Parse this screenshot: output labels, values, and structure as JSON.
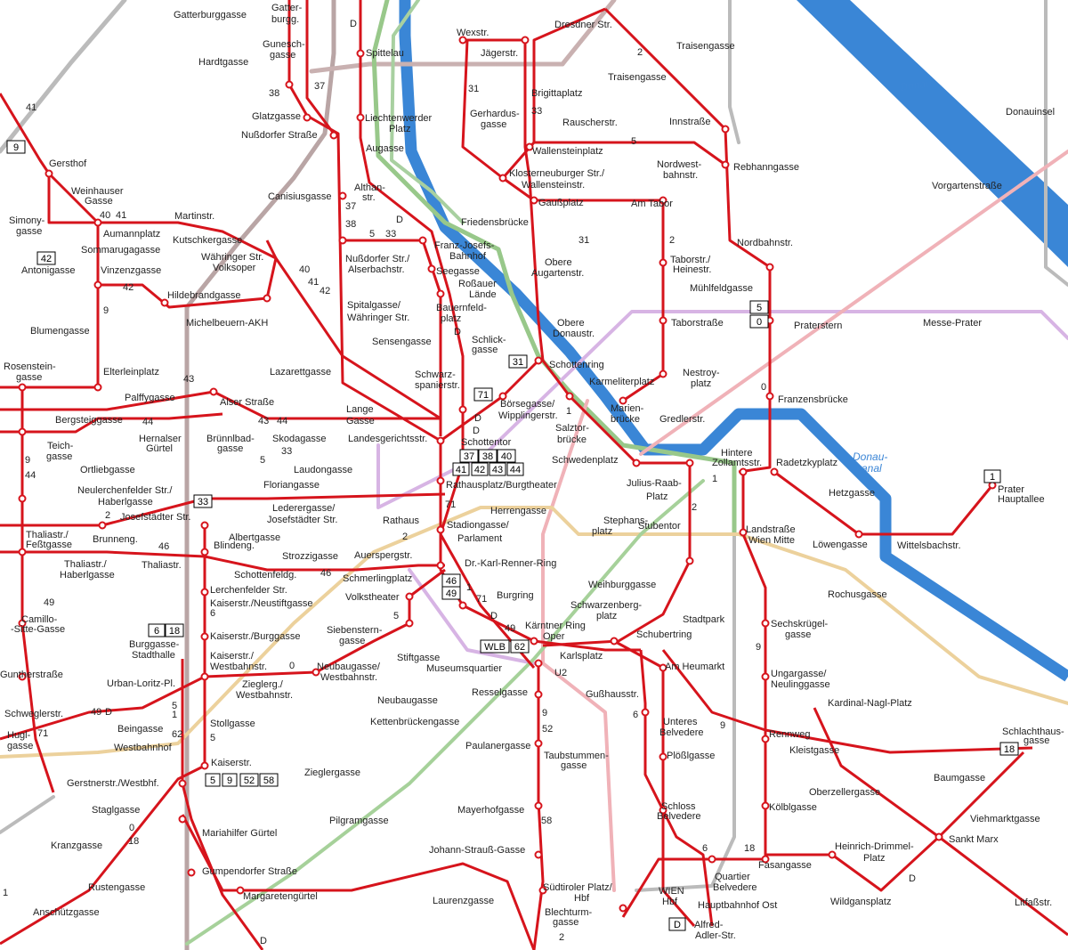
{
  "map": {
    "colors": {
      "tram": "#d6141c",
      "u1": "#e3000f",
      "u4": "#2a9d3e",
      "u6": "#9a6a3b",
      "sbahn_lilac": "#c9a0dc",
      "sbahn_grey": "#aaaaaa",
      "sbahn_pink": "#e8a0a8",
      "sbahn_green": "#98c88a",
      "sbahn_tan": "#e8c27a",
      "water": "#3a86d6",
      "station_fill": "#ffffff"
    },
    "water_labels": [
      {
        "text": "Donau"
      },
      {
        "text": "Donau-"
      },
      {
        "text": "kanal"
      }
    ],
    "stations": [
      {
        "name": "Gatterburggasse"
      },
      {
        "name": "Gatter-"
      },
      {
        "name": "burgg."
      },
      {
        "name": "Gunesch-"
      },
      {
        "name": "gasse"
      },
      {
        "name": "Hardtgasse"
      },
      {
        "name": "Spittelau"
      },
      {
        "name": "Wexstr."
      },
      {
        "name": "Jägerstr."
      },
      {
        "name": "Dresdner Str."
      },
      {
        "name": "Traisengasse"
      },
      {
        "name": "Traisengasse"
      },
      {
        "name": "Brigittaplatz"
      },
      {
        "name": "Donauinsel"
      },
      {
        "name": "Glatzgasse"
      },
      {
        "name": "Nußdorfer Straße"
      },
      {
        "name": "Liechtenwerder"
      },
      {
        "name": "Platz"
      },
      {
        "name": "Gerhardus-"
      },
      {
        "name": "gasse"
      },
      {
        "name": "Rauscherstr."
      },
      {
        "name": "Innstraße"
      },
      {
        "name": "Augasse"
      },
      {
        "name": "Wallensteinplatz"
      },
      {
        "name": "Nordwest-"
      },
      {
        "name": "bahnstr."
      },
      {
        "name": "Rebhanngasse"
      },
      {
        "name": "Gersthof"
      },
      {
        "name": "Klosterneuburger Str./"
      },
      {
        "name": "Wallensteinstr."
      },
      {
        "name": "Vorgartenstraße"
      },
      {
        "name": "Weinhauser"
      },
      {
        "name": "Gasse"
      },
      {
        "name": "Canisiusgasse"
      },
      {
        "name": "Althan-"
      },
      {
        "name": "str."
      },
      {
        "name": "Gaußplatz"
      },
      {
        "name": "Am Tabor"
      },
      {
        "name": "Martinstr."
      },
      {
        "name": "Simony-"
      },
      {
        "name": "gasse"
      },
      {
        "name": "Friedensbrücke"
      },
      {
        "name": "Aumannplatz"
      },
      {
        "name": "Kutschkergasse"
      },
      {
        "name": "Franz-Josefs-"
      },
      {
        "name": "Bahnhof"
      },
      {
        "name": "Nordbahnstr."
      },
      {
        "name": "Sommarugagasse"
      },
      {
        "name": "Währinger Str."
      },
      {
        "name": "Volksoper"
      },
      {
        "name": "Nußdorfer Str./"
      },
      {
        "name": "Alserbachstr."
      },
      {
        "name": "Obere"
      },
      {
        "name": "Augartenstr."
      },
      {
        "name": "Taborstr./"
      },
      {
        "name": "Heinestr."
      },
      {
        "name": "Antonigasse"
      },
      {
        "name": "Vinzenzgasse"
      },
      {
        "name": "Seegasse"
      },
      {
        "name": "Roßauer"
      },
      {
        "name": "Lände"
      },
      {
        "name": "Mühlfeldgasse"
      },
      {
        "name": "Hildebrandgasse"
      },
      {
        "name": "Spitalgasse/"
      },
      {
        "name": "Währinger Str."
      },
      {
        "name": "Bauernfeld-"
      },
      {
        "name": "platz"
      },
      {
        "name": "Michelbeuern-AKH"
      },
      {
        "name": "Obere"
      },
      {
        "name": "Donaustr."
      },
      {
        "name": "Taborstraße"
      },
      {
        "name": "Praterstern"
      },
      {
        "name": "Messe-Prater"
      },
      {
        "name": "Blumengasse"
      },
      {
        "name": "Sensengasse"
      },
      {
        "name": "Schlick-"
      },
      {
        "name": "gasse"
      },
      {
        "name": "Schottenring"
      },
      {
        "name": "Rosenstein-"
      },
      {
        "name": "gasse"
      },
      {
        "name": "Elterleinplatz"
      },
      {
        "name": "Lazarettgasse"
      },
      {
        "name": "Schwarz-"
      },
      {
        "name": "spanierstr."
      },
      {
        "name": "Nestroy-"
      },
      {
        "name": "platz"
      },
      {
        "name": "Karmeliterplatz"
      },
      {
        "name": "Palffygasse"
      },
      {
        "name": "Alser Straße"
      },
      {
        "name": "Börsegasse/"
      },
      {
        "name": "Wipplingerstr."
      },
      {
        "name": "Franzensbrücke"
      },
      {
        "name": "Bergsteiggasse"
      },
      {
        "name": "Lange"
      },
      {
        "name": "Gasse"
      },
      {
        "name": "Marien-"
      },
      {
        "name": "brücke"
      },
      {
        "name": "Gredlerstr."
      },
      {
        "name": "Hernalser"
      },
      {
        "name": "Gürtel"
      },
      {
        "name": "Brünnlbad-"
      },
      {
        "name": "gasse"
      },
      {
        "name": "Skodagasse"
      },
      {
        "name": "Landesgerichtsstr."
      },
      {
        "name": "Salztor-"
      },
      {
        "name": "brücke"
      },
      {
        "name": "Teich-"
      },
      {
        "name": "gasse"
      },
      {
        "name": "Schottentor"
      },
      {
        "name": "Hintere"
      },
      {
        "name": "Zollamtsstr."
      },
      {
        "name": "Radetzkyplatz"
      },
      {
        "name": "Ortliebgasse"
      },
      {
        "name": "Laudongasse"
      },
      {
        "name": "Schwedenplatz"
      },
      {
        "name": "Floriangasse"
      },
      {
        "name": "Rathausplatz/Burgtheater"
      },
      {
        "name": "Julius-Raab-"
      },
      {
        "name": "Platz"
      },
      {
        "name": "Hetzgasse"
      },
      {
        "name": "Prater"
      },
      {
        "name": "Hauptallee"
      },
      {
        "name": "Neulerchenfelder Str./"
      },
      {
        "name": "Haberlgasse"
      },
      {
        "name": "Herrengasse"
      },
      {
        "name": "Josefstädter Str."
      },
      {
        "name": "Lederergasse/"
      },
      {
        "name": "Josefstädter Str."
      },
      {
        "name": "Rathaus"
      },
      {
        "name": "Stadiongasse/"
      },
      {
        "name": "Parlament"
      },
      {
        "name": "Stephans-"
      },
      {
        "name": "platz"
      },
      {
        "name": "Stubentor"
      },
      {
        "name": "Landstraße"
      },
      {
        "name": "Wien Mitte"
      },
      {
        "name": "Löwengasse"
      },
      {
        "name": "Wittelsbachstr."
      },
      {
        "name": "Thaliastr./"
      },
      {
        "name": "Feßtgasse"
      },
      {
        "name": "Brunneng."
      },
      {
        "name": "Blindeng."
      },
      {
        "name": "Albertgasse"
      },
      {
        "name": "Strozzigasse"
      },
      {
        "name": "Auerspergstr."
      },
      {
        "name": "Dr.-Karl-Renner-Ring"
      },
      {
        "name": "Thaliastr./"
      },
      {
        "name": "Haberlgasse"
      },
      {
        "name": "Thaliastr."
      },
      {
        "name": "Schottenfeldg."
      },
      {
        "name": "Schmerlingplatz"
      },
      {
        "name": "Weihburggasse"
      },
      {
        "name": "Rochusgasse"
      },
      {
        "name": "Lerchenfelder Str."
      },
      {
        "name": "Volkstheater"
      },
      {
        "name": "Burgring"
      },
      {
        "name": "Schwarzenberg-"
      },
      {
        "name": "platz"
      },
      {
        "name": "Kaiserstr./Neustiftgasse"
      },
      {
        "name": "Camillo-"
      },
      {
        "name": "-Sitte-Gasse"
      },
      {
        "name": "Stadtpark"
      },
      {
        "name": "Sechskrügel-"
      },
      {
        "name": "gasse"
      },
      {
        "name": "Siebenstern-"
      },
      {
        "name": "gasse"
      },
      {
        "name": "Kärntner Ring"
      },
      {
        "name": "Oper"
      },
      {
        "name": "Schubertring"
      },
      {
        "name": "Kaiserstr./Burggasse"
      },
      {
        "name": "Burggasse-"
      },
      {
        "name": "Stadthalle"
      },
      {
        "name": "Stiftgasse"
      },
      {
        "name": "Karlsplatz"
      },
      {
        "name": "Kaiserstr./"
      },
      {
        "name": "Westbahnstr."
      },
      {
        "name": "Neubaugasse/"
      },
      {
        "name": "Westbahnstr."
      },
      {
        "name": "Museumsquartier"
      },
      {
        "name": "Am Heumarkt"
      },
      {
        "name": "Ungargasse/"
      },
      {
        "name": "Neulinggasse"
      },
      {
        "name": "Guntherstraße"
      },
      {
        "name": "Urban-Loritz-Pl."
      },
      {
        "name": "Zieglerg./"
      },
      {
        "name": "Westbahnstr."
      },
      {
        "name": "U2"
      },
      {
        "name": "Resselgasse"
      },
      {
        "name": "Gußhausstr."
      },
      {
        "name": "Kardinal-Nagl-Platz"
      },
      {
        "name": "Schweglerstr."
      },
      {
        "name": "Neubaugasse"
      },
      {
        "name": "Stollgasse"
      },
      {
        "name": "Kettenbrückengasse"
      },
      {
        "name": "Unteres"
      },
      {
        "name": "Belvedere"
      },
      {
        "name": "Beingasse"
      },
      {
        "name": "Rennweg"
      },
      {
        "name": "Schlachthaus-"
      },
      {
        "name": "gasse"
      },
      {
        "name": "Hugl-"
      },
      {
        "name": "gasse"
      },
      {
        "name": "Westbahnhof"
      },
      {
        "name": "Paulanergasse"
      },
      {
        "name": "Kleistgasse"
      },
      {
        "name": "Taubstummen-"
      },
      {
        "name": "gasse"
      },
      {
        "name": "Plößlgasse"
      },
      {
        "name": "Kaiserstr."
      },
      {
        "name": "Zieglergasse"
      },
      {
        "name": "Baumgasse"
      },
      {
        "name": "Gerstnerstr./Westbhf."
      },
      {
        "name": "Oberzellergasse"
      },
      {
        "name": "Staglgasse"
      },
      {
        "name": "Mayerhofgasse"
      },
      {
        "name": "Schloss"
      },
      {
        "name": "Belvedere"
      },
      {
        "name": "Kölblgasse"
      },
      {
        "name": "Viehmarktgasse"
      },
      {
        "name": "Pilgramgasse"
      },
      {
        "name": "Mariahilfer Gürtel"
      },
      {
        "name": "Sankt Marx"
      },
      {
        "name": "Kranzgasse"
      },
      {
        "name": "Johann-Strauß-Gasse"
      },
      {
        "name": "Heinrich-Drimmel-"
      },
      {
        "name": "Platz"
      },
      {
        "name": "Fasangasse"
      },
      {
        "name": "Gumpendorfer Straße"
      },
      {
        "name": "Quartier"
      },
      {
        "name": "Belvedere"
      },
      {
        "name": "Rustengasse"
      },
      {
        "name": "Südtiroler Platz/"
      },
      {
        "name": "Hbf"
      },
      {
        "name": "WIEN"
      },
      {
        "name": "Hbf"
      },
      {
        "name": "Wildgansplatz"
      },
      {
        "name": "Margaretengürtel"
      },
      {
        "name": "Laurenzgasse"
      },
      {
        "name": "Hauptbahnhof Ost"
      },
      {
        "name": "Litfaßstr."
      },
      {
        "name": "Blechturm-"
      },
      {
        "name": "gasse"
      },
      {
        "name": "Alfred-"
      },
      {
        "name": "Adler-Str."
      },
      {
        "name": "Anschützgasse"
      }
    ],
    "route_numbers": [
      "38",
      "37",
      "D",
      "41",
      "2",
      "31",
      "33",
      "5",
      "40",
      "41",
      "37",
      "38",
      "D",
      "5",
      "33",
      "31",
      "42",
      "2",
      "40",
      "41",
      "42",
      "9",
      "D",
      "43",
      "43",
      "44",
      "D",
      "1",
      "33",
      "5",
      "0",
      "44",
      "9",
      "44",
      "D",
      "37",
      "38",
      "40",
      "41",
      "42",
      "43",
      "44",
      "71",
      "1",
      "2",
      "2",
      "46",
      "46",
      "2",
      "1",
      "71",
      "D",
      "49",
      "5",
      "6",
      "18",
      "49",
      "0",
      "9",
      "49",
      "49",
      "D",
      "71",
      "6",
      "9",
      "18",
      "5",
      "1",
      "62",
      "5",
      "9",
      "52",
      "58",
      "52",
      "58",
      "WLB",
      "18",
      "0",
      "18",
      "58",
      "6",
      "18",
      "D",
      "1",
      "D",
      "2",
      "5",
      "D",
      "71",
      "2",
      "33",
      "9",
      "44",
      "2",
      "46",
      "1",
      "2",
      "WLB",
      "62",
      "49",
      "71"
    ],
    "line_boxes": [
      {
        "label": "9"
      },
      {
        "label": "42"
      },
      {
        "label": "33"
      },
      {
        "label": "31"
      },
      {
        "label": "71"
      },
      {
        "label": "37"
      },
      {
        "label": "38"
      },
      {
        "label": "40"
      },
      {
        "label": "41"
      },
      {
        "label": "42"
      },
      {
        "label": "43"
      },
      {
        "label": "44"
      },
      {
        "label": "5"
      },
      {
        "label": "0"
      },
      {
        "label": "1"
      },
      {
        "label": "46"
      },
      {
        "label": "49"
      },
      {
        "label": "6"
      },
      {
        "label": "18"
      },
      {
        "label": "WLB"
      },
      {
        "label": "62"
      },
      {
        "label": "5"
      },
      {
        "label": "9"
      },
      {
        "label": "52"
      },
      {
        "label": "58"
      },
      {
        "label": "18"
      },
      {
        "label": "D"
      }
    ]
  }
}
